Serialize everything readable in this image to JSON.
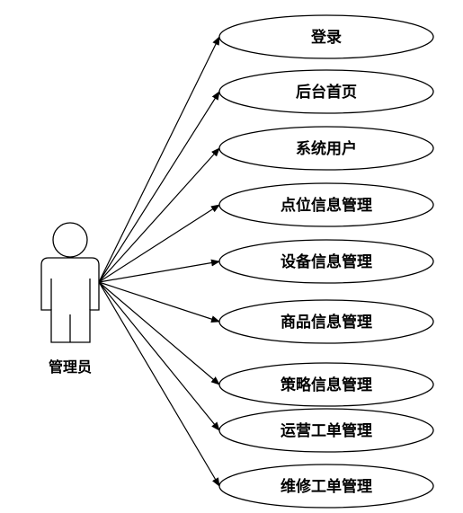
{
  "actor": {
    "label": "管理员"
  },
  "use_cases": [
    {
      "label": "登录"
    },
    {
      "label": "后台首页"
    },
    {
      "label": "系统用户"
    },
    {
      "label": "点位信息管理"
    },
    {
      "label": "设备信息管理"
    },
    {
      "label": "商品信息管理"
    },
    {
      "label": "策略信息管理"
    },
    {
      "label": "运营工单管理"
    },
    {
      "label": "维修工单管理"
    }
  ],
  "colors": {
    "stroke": "#000000",
    "background": "#ffffff"
  }
}
